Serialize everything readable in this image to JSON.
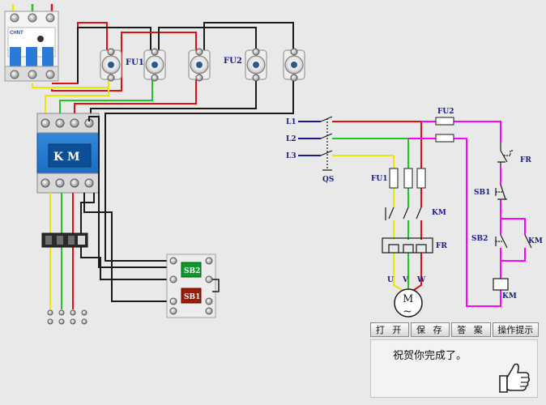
{
  "labels": {
    "fu1_top": "FU1",
    "fu2_top": "FU2",
    "km_block": "K M",
    "sb2": "SB2",
    "sb1": "SB1",
    "brand": "CHNT",
    "l1": "L1",
    "l2": "L2",
    "l3": "L3",
    "qs": "QS",
    "fu1": "FU1",
    "fu2": "FU2",
    "km_main": "KM",
    "fr_main": "FR",
    "u": "U",
    "v": "V",
    "w": "W",
    "motor": "M",
    "motor_sym": "~",
    "fr_ctrl": "FR",
    "sb1_ctrl": "SB1",
    "sb2_ctrl": "SB2",
    "km_aux": "KM",
    "km_coil": "KM"
  },
  "toolbar": {
    "open": "打 开",
    "save": "保 存",
    "answer": "答 案",
    "hint": "操作提示"
  },
  "message": "祝贺你完成了。",
  "icons": [
    "thumbs-up-icon"
  ],
  "colors": {
    "phase_yellow": "#e8e800",
    "phase_green": "#1ec81e",
    "phase_red": "#e01010",
    "control_magenta": "#ff00ff",
    "contactor_blue": "#1a78d2",
    "start_button": "#0a9a2a",
    "stop_button": "#a01808"
  }
}
